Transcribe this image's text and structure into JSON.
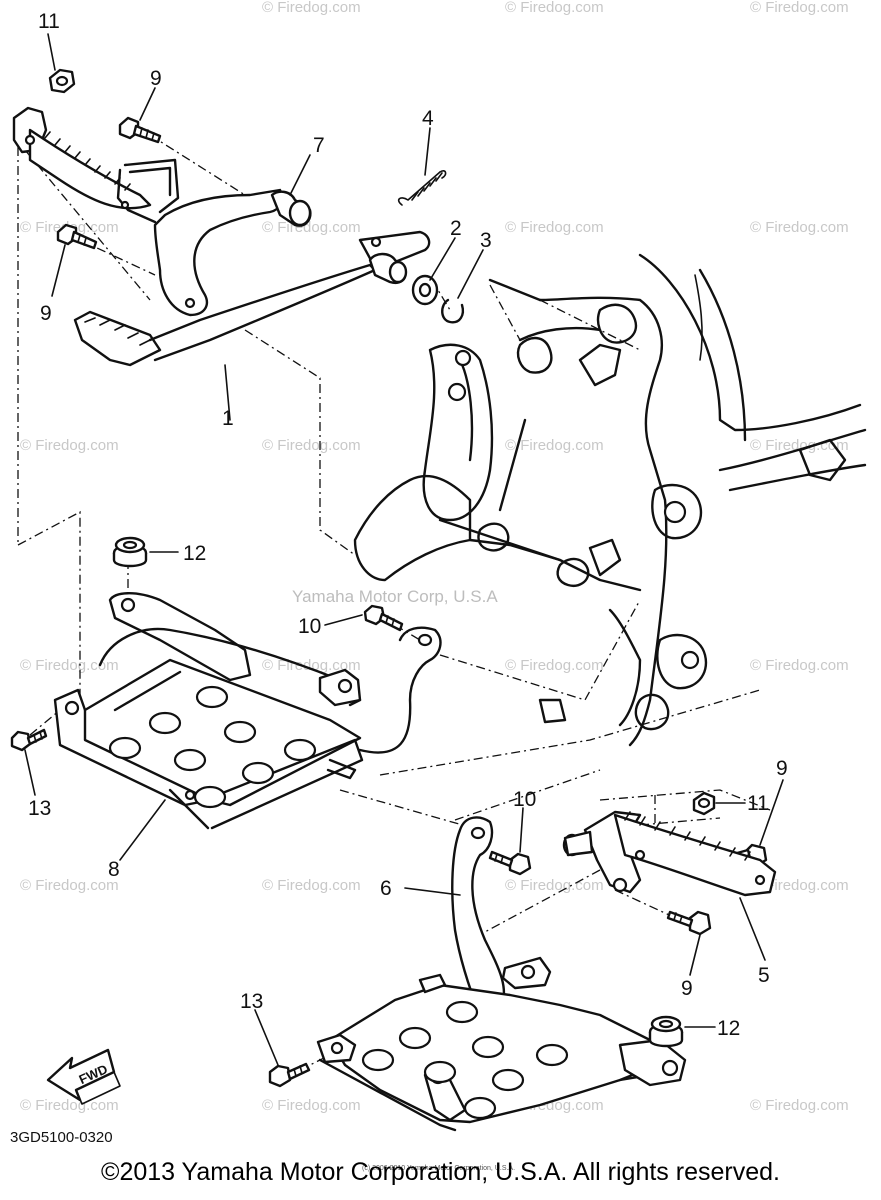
{
  "diagram": {
    "callouts": [
      "11",
      "9",
      "7",
      "4",
      "2",
      "3",
      "9",
      "1",
      "12",
      "10",
      "13",
      "8",
      "11",
      "9",
      "10",
      "6",
      "9",
      "5",
      "13",
      "12"
    ],
    "watermark_site": "© Firedog.com",
    "watermark_center": "Yamaha Motor Corp, U.S.A",
    "fwd_label": "FWD",
    "diagram_code": "3GD5100-0320",
    "fine_print": "(c) 2006 2010 Yamaha Motor Corporation, U.S.A."
  },
  "footer": {
    "copyright": "©2013 Yamaha Motor Corporation, U.S.A. All rights reserved."
  }
}
